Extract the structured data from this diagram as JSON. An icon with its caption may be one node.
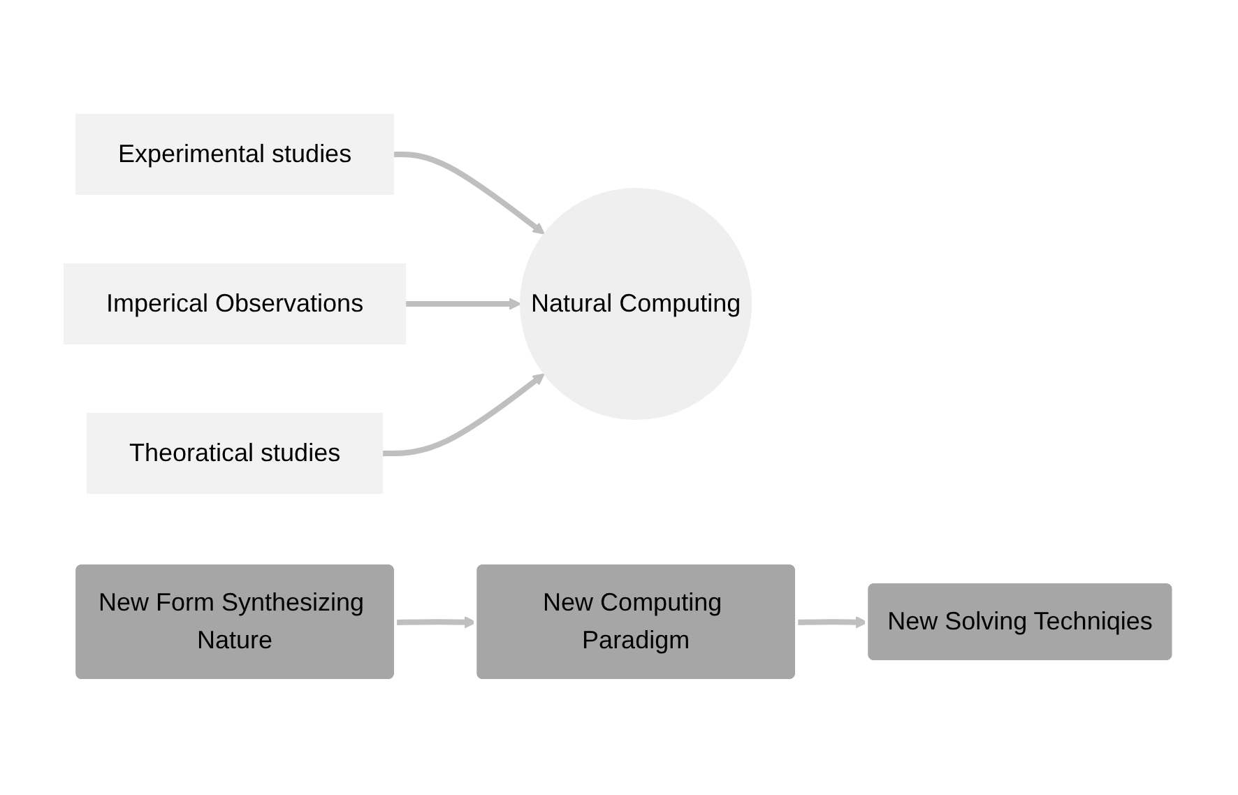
{
  "diagram": {
    "nodes": [
      {
        "text": [
          "Experimental studies"
        ]
      },
      {
        "text": [
          "Imperical Observations"
        ]
      },
      {
        "text": [
          "Theoratical studies"
        ]
      },
      {
        "text": [
          "Natural Computing"
        ]
      },
      {
        "text": [
          "New Form Synthesizing Nature"
        ]
      },
      {
        "text": [
          "New Computing Paradigm"
        ]
      },
      {
        "text": [
          "New Solving Techniqies"
        ]
      }
    ],
    "edges": [
      {
        "from": 0,
        "to": 3,
        "arrow": "to"
      },
      {
        "from": 1,
        "to": 3,
        "arrow": "to"
      },
      {
        "from": 2,
        "to": 3,
        "arrow": "to"
      },
      {
        "from": 4,
        "to": 5,
        "arrow": "to"
      },
      {
        "from": 5,
        "to": 6,
        "arrow": "to"
      }
    ]
  }
}
